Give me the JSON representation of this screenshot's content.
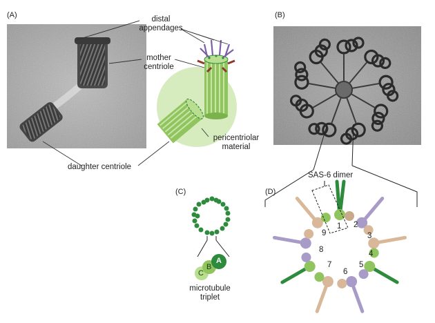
{
  "panels": {
    "a": "(A)",
    "b": "(B)",
    "c": "(C)",
    "d": "(D)"
  },
  "labels": {
    "distal_appendages_1": "distal",
    "distal_appendages_2": "appendages",
    "mother_centriole_1": "mother",
    "mother_centriole_2": "centriole",
    "pericentriolar_1": "pericentriolar",
    "pericentriolar_2": "material",
    "daughter_centriole": "daughter centriole",
    "sas6_dimer": "SAS-6 dimer",
    "microtubule_1": "microtubule",
    "microtubule_2": "triplet",
    "tubule_a": "A",
    "tubule_b": "B",
    "tubule_c": "C"
  },
  "ring_numbers": [
    "1",
    "2",
    "3",
    "4",
    "5",
    "6",
    "7",
    "8",
    "9"
  ],
  "colors": {
    "green_dark": "#2e8b3d",
    "green_light": "#a9d37b",
    "halo": "#d6ecbf",
    "purple": "#7a5ea6",
    "brown": "#8b3a2b",
    "tan": "#d9b89a",
    "lavender": "#a99bc7"
  }
}
